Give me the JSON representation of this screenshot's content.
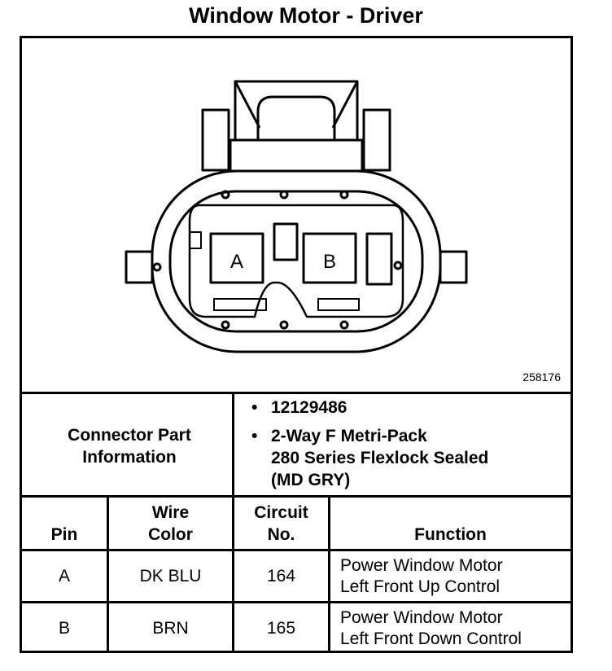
{
  "title": "Window Motor - Driver",
  "figure": {
    "id": "258176",
    "pin_labels": [
      "A",
      "B"
    ]
  },
  "connector": {
    "label_line1": "Connector Part",
    "label_line2": "Information",
    "part_number": "12129486",
    "description_lines": [
      "2-Way F Metri-Pack",
      "280 Series Flexlock Sealed",
      "(MD GRY)"
    ]
  },
  "table": {
    "headers": {
      "pin": [
        "Pin"
      ],
      "wire_color": [
        "Wire",
        "Color"
      ],
      "circuit": [
        "Circuit",
        "No."
      ],
      "function": [
        "Function"
      ]
    },
    "rows": [
      {
        "pin": "A",
        "wire_color": "DK BLU",
        "circuit": "164",
        "function": [
          "Power Window Motor",
          "Left Front Up Control"
        ]
      },
      {
        "pin": "B",
        "wire_color": "BRN",
        "circuit": "165",
        "function": [
          "Power Window Motor",
          "Left Front Down Control"
        ]
      }
    ]
  }
}
